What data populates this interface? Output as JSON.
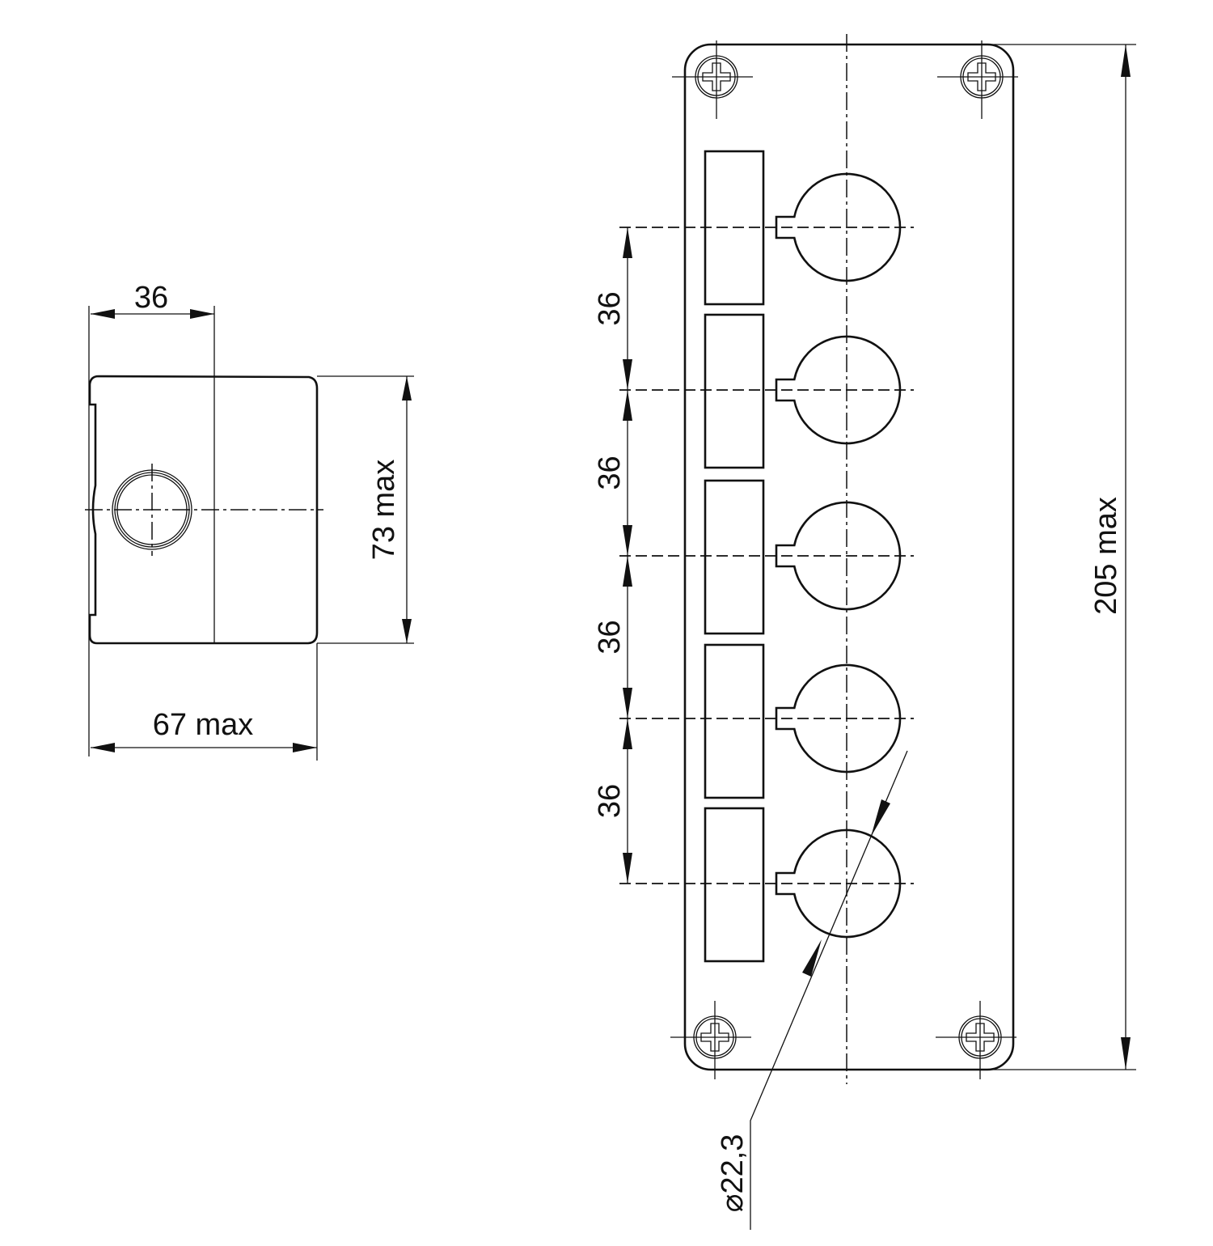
{
  "side_view": {
    "width_dim": "36",
    "overall_width_dim": "67 max",
    "height_dim": "73 max"
  },
  "front_view": {
    "pitch_dims": [
      "36",
      "36",
      "36",
      "36"
    ],
    "overall_height_dim": "205 max",
    "hole_diameter_dim": "⌀22,3",
    "button_positions": 5
  }
}
